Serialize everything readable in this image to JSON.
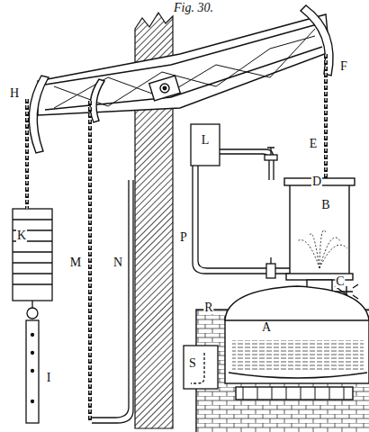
{
  "diagram": {
    "title": "Fig. 30.",
    "labels": [
      "A",
      "B",
      "C",
      "D",
      "E",
      "F",
      "H",
      "I",
      "K",
      "L",
      "M",
      "N",
      "P",
      "R",
      "S"
    ]
  }
}
